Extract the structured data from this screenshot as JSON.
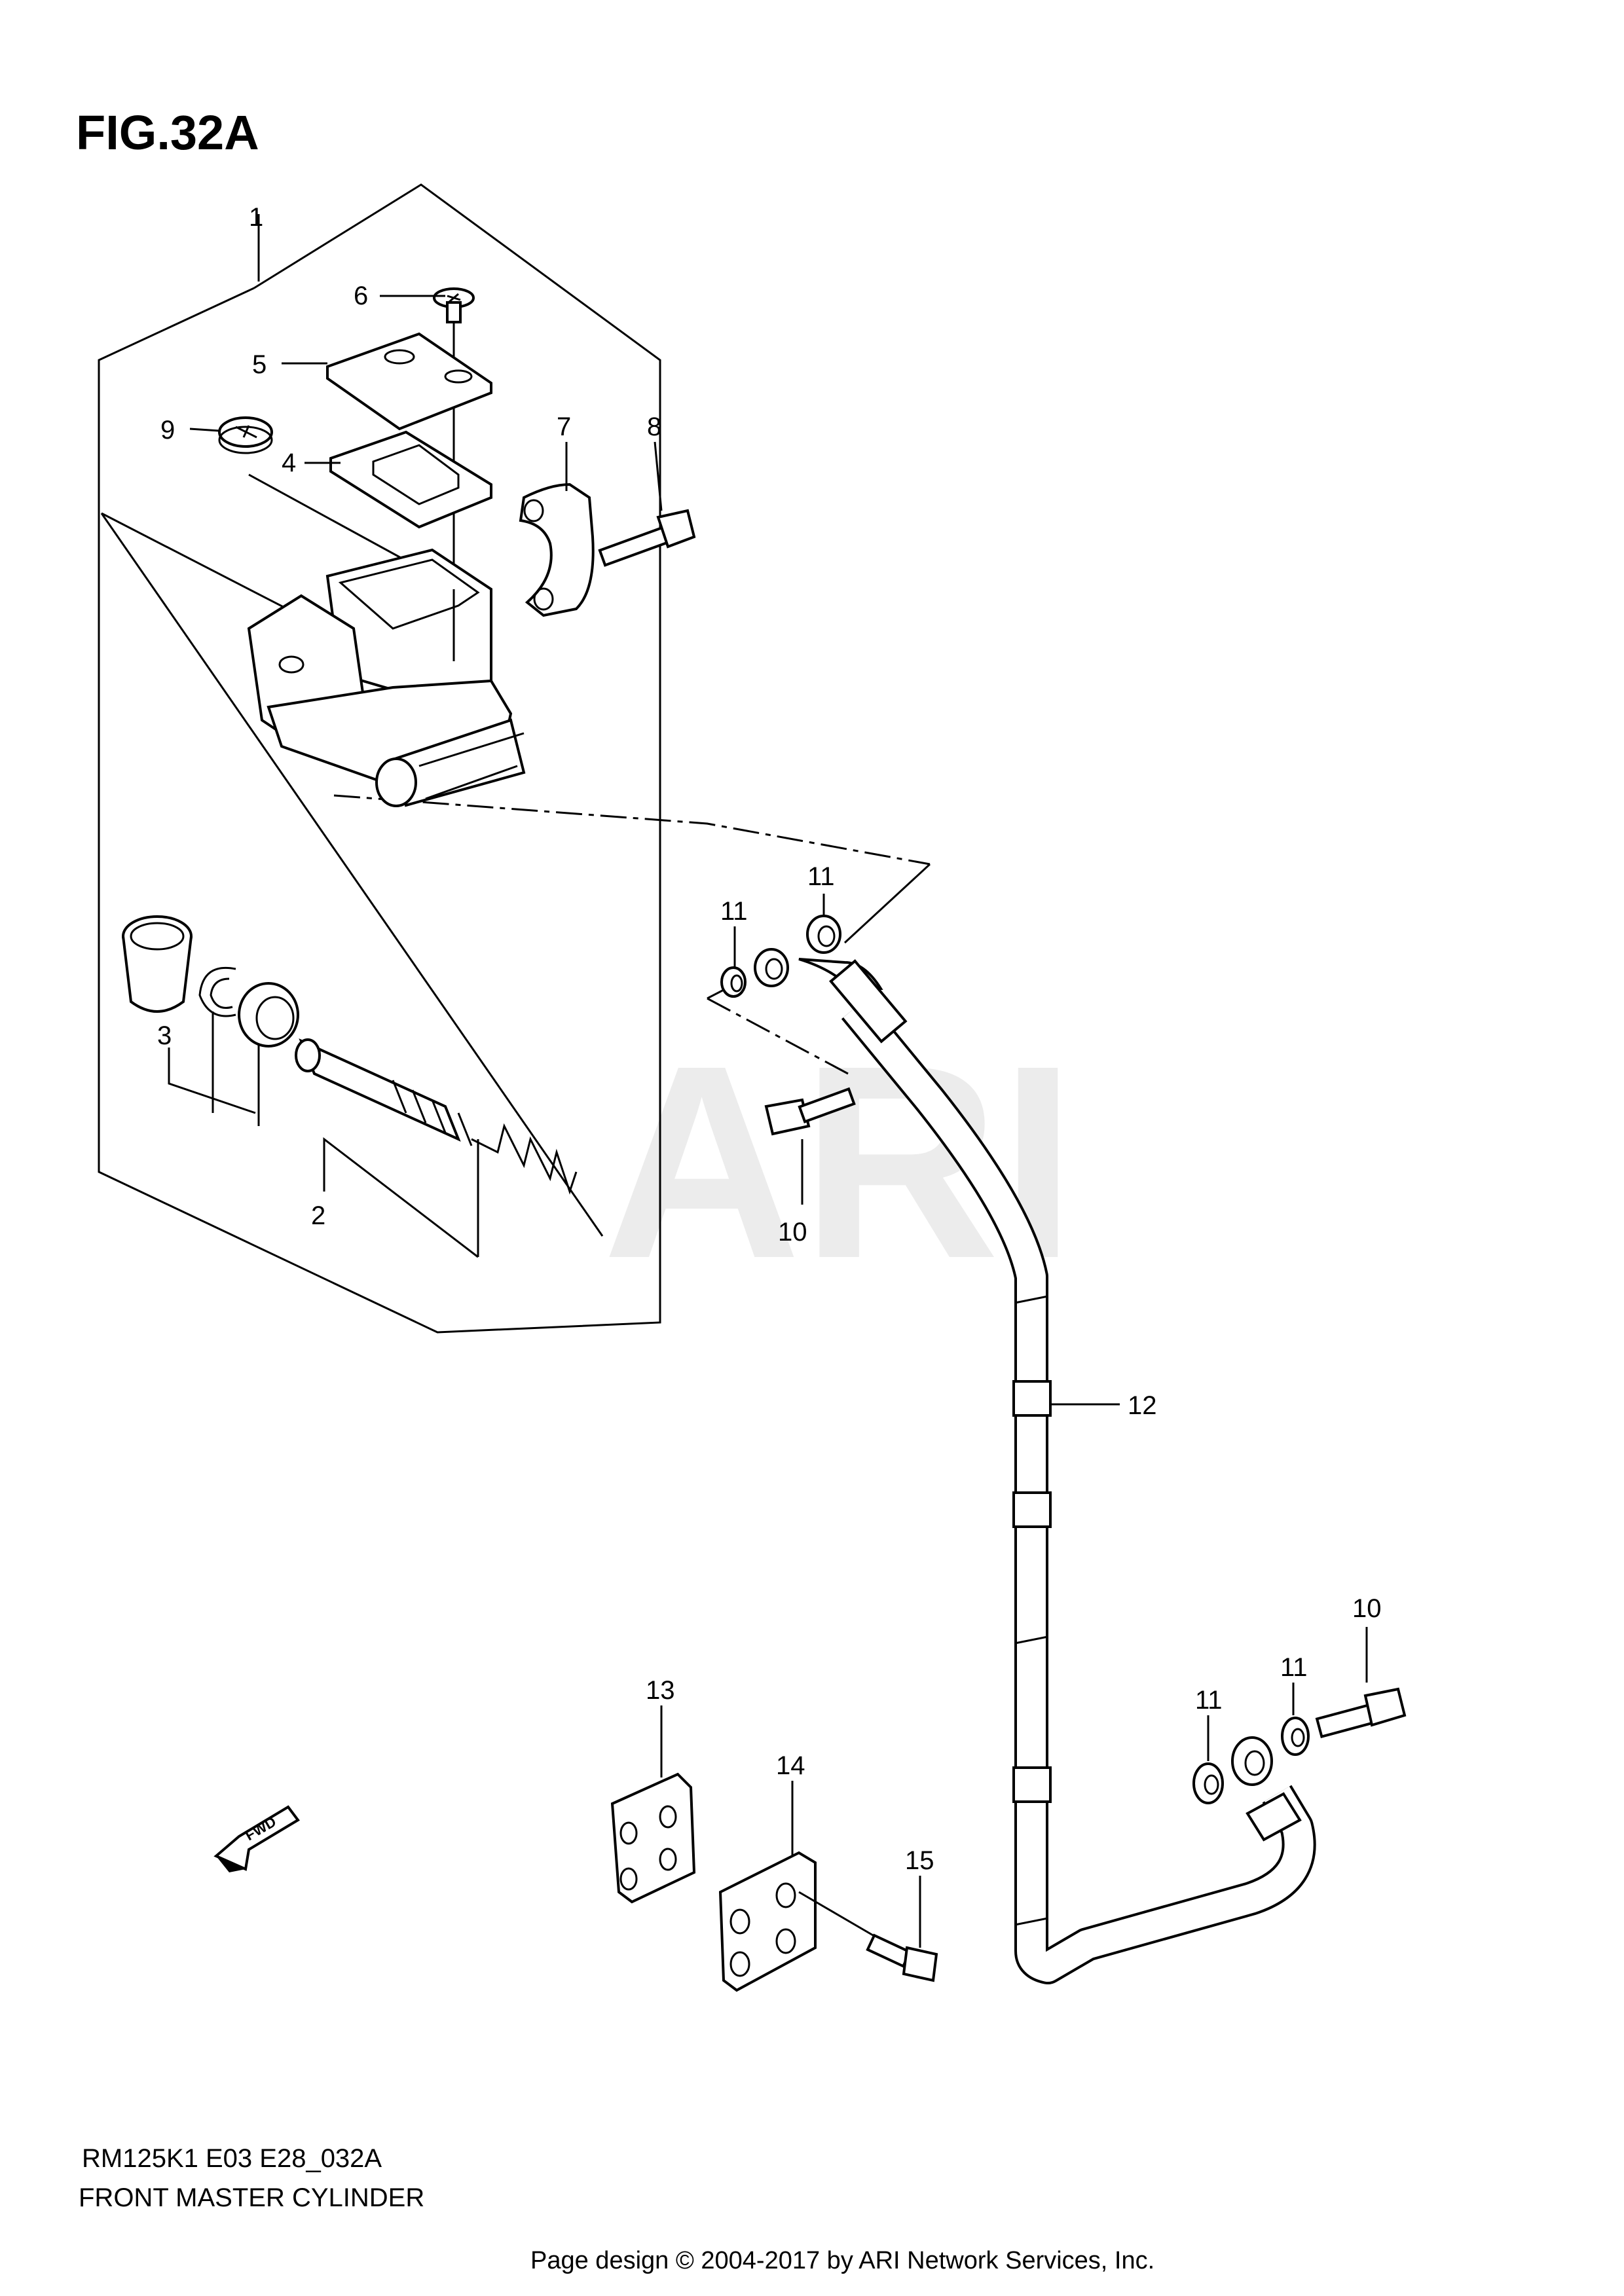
{
  "figure": {
    "title": "FIG.32A",
    "watermark": "ARI",
    "model_code": "RM125K1 E03 E28_032A",
    "caption": "FRONT MASTER CYLINDER",
    "footer": "Page design © 2004-2017 by ARI Network Services, Inc.",
    "direction_label": "FWD"
  },
  "callouts": [
    {
      "id": "c1",
      "label": "1"
    },
    {
      "id": "c2",
      "label": "2"
    },
    {
      "id": "c3",
      "label": "3"
    },
    {
      "id": "c4",
      "label": "4"
    },
    {
      "id": "c5",
      "label": "5"
    },
    {
      "id": "c6",
      "label": "6"
    },
    {
      "id": "c7",
      "label": "7"
    },
    {
      "id": "c8",
      "label": "8"
    },
    {
      "id": "c9",
      "label": "9"
    },
    {
      "id": "c10a",
      "label": "10"
    },
    {
      "id": "c10b",
      "label": "10"
    },
    {
      "id": "c11a",
      "label": "11"
    },
    {
      "id": "c11b",
      "label": "11"
    },
    {
      "id": "c11c",
      "label": "11"
    },
    {
      "id": "c11d",
      "label": "11"
    },
    {
      "id": "c12",
      "label": "12"
    },
    {
      "id": "c13",
      "label": "13"
    },
    {
      "id": "c14",
      "label": "14"
    },
    {
      "id": "c15",
      "label": "15"
    }
  ],
  "colors": {
    "line": "#000000",
    "watermark": "#ececec",
    "background": "#ffffff"
  }
}
